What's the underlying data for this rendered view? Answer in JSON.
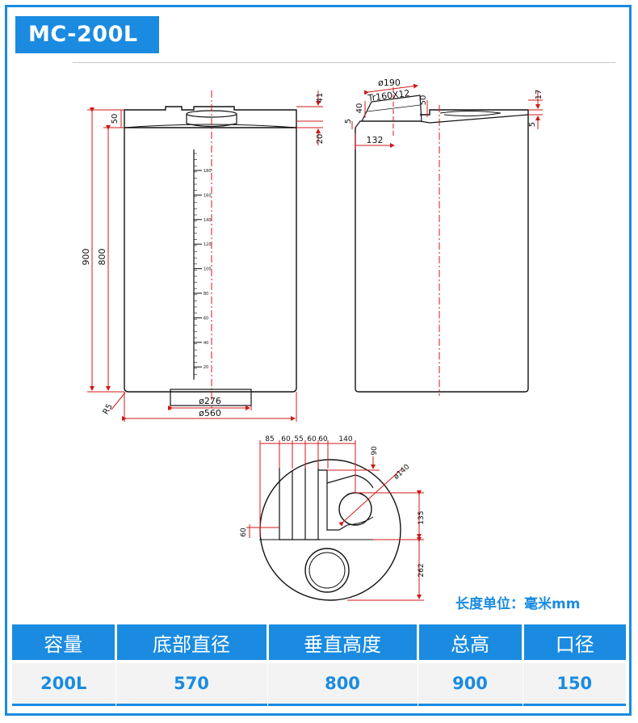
{
  "title": "MC-200L",
  "unit_note": "长度单位：毫米mm",
  "front_view": {
    "height_total": "900",
    "height_body": "800",
    "lid_height": "50",
    "top_41": "41",
    "top_20": "20",
    "bottom_dia": "ø276",
    "body_dia": "ø560",
    "radius": "R5",
    "scale_ticks": [
      "180",
      "160",
      "140",
      "120",
      "100",
      "80",
      "60",
      "40",
      "20"
    ]
  },
  "side_view": {
    "dia_190": "ø190",
    "thread": "Tr160X12",
    "dim_40": "40",
    "dim_5_left": "5",
    "dim_132": "132",
    "dim_50": "50",
    "dim_17": "17",
    "dim_5_right": "5"
  },
  "top_view": {
    "widths": [
      "85",
      "60",
      "55",
      "60",
      "60",
      "140"
    ],
    "dim_90": "90",
    "dia_140": "ø140",
    "dim_135": "135",
    "dim_262": "262",
    "dim_60": "60"
  },
  "table": {
    "headers": [
      "容量",
      "底部直径",
      "垂直高度",
      "总高",
      "口径"
    ],
    "values": [
      "200L",
      "570",
      "800",
      "900",
      "150"
    ]
  }
}
